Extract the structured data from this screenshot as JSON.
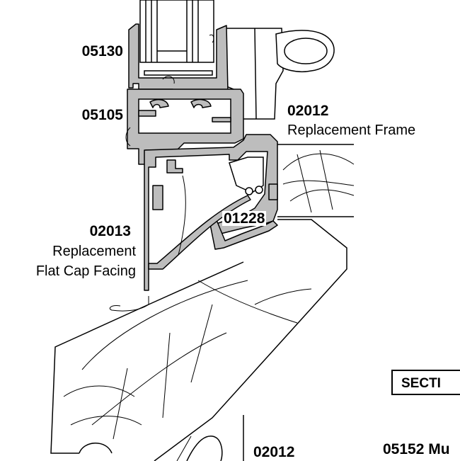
{
  "labels": {
    "part_05130": "05130",
    "part_05105": "05105",
    "part_02012": "02012",
    "part_02012_desc": "Replacement Frame",
    "part_01228": "01228",
    "part_02013": "02013",
    "part_02013_desc_1": "Replacement",
    "part_02013_desc_2": "Flat Cap Facing",
    "section": "SECTI",
    "part_02012_bottom": "02012",
    "part_05152": "05152 Mu"
  },
  "colors": {
    "aluminum": "#bdbdbd",
    "line": "#000000",
    "background": "#ffffff"
  }
}
